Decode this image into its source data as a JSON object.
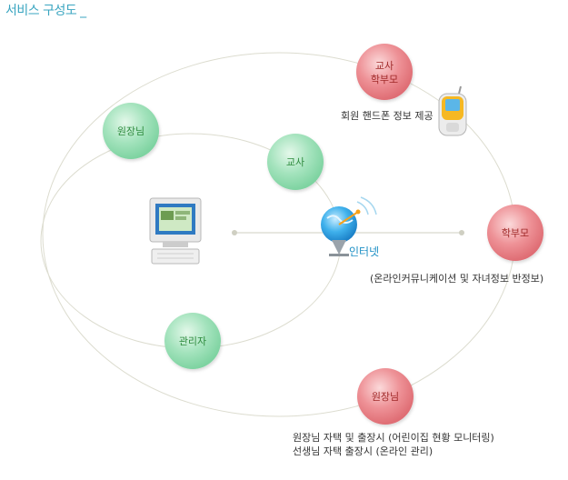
{
  "title": "서비스 구성도 _",
  "nodes": {
    "teacher_parent_top": [
      "교사",
      "학부모"
    ],
    "director_left": "원장님",
    "teacher_center": "교사",
    "internet": "인터넷",
    "parent_right": "학부모",
    "admin": "관리자",
    "director_bottom": "원장님"
  },
  "captions": {
    "phone_info": "회원 핸드폰 정보 제공",
    "parent_services": "(온라인커뮤니케이션 및 자녀정보 반정보)",
    "director_line1": "원장님 자택 및 출장시 (어린이집 현황 모니터링)",
    "director_line2": "선생님 자택 출장시 (온라인 관리)"
  },
  "colors": {
    "red_circle": "#e8787e",
    "green_circle": "#8fdcae",
    "green_text": "#2e8b3e",
    "red_text": "#a02828",
    "internet_text": "#1d8fc5",
    "orbit": "#dcdccf",
    "title": "#3aa5c0"
  }
}
